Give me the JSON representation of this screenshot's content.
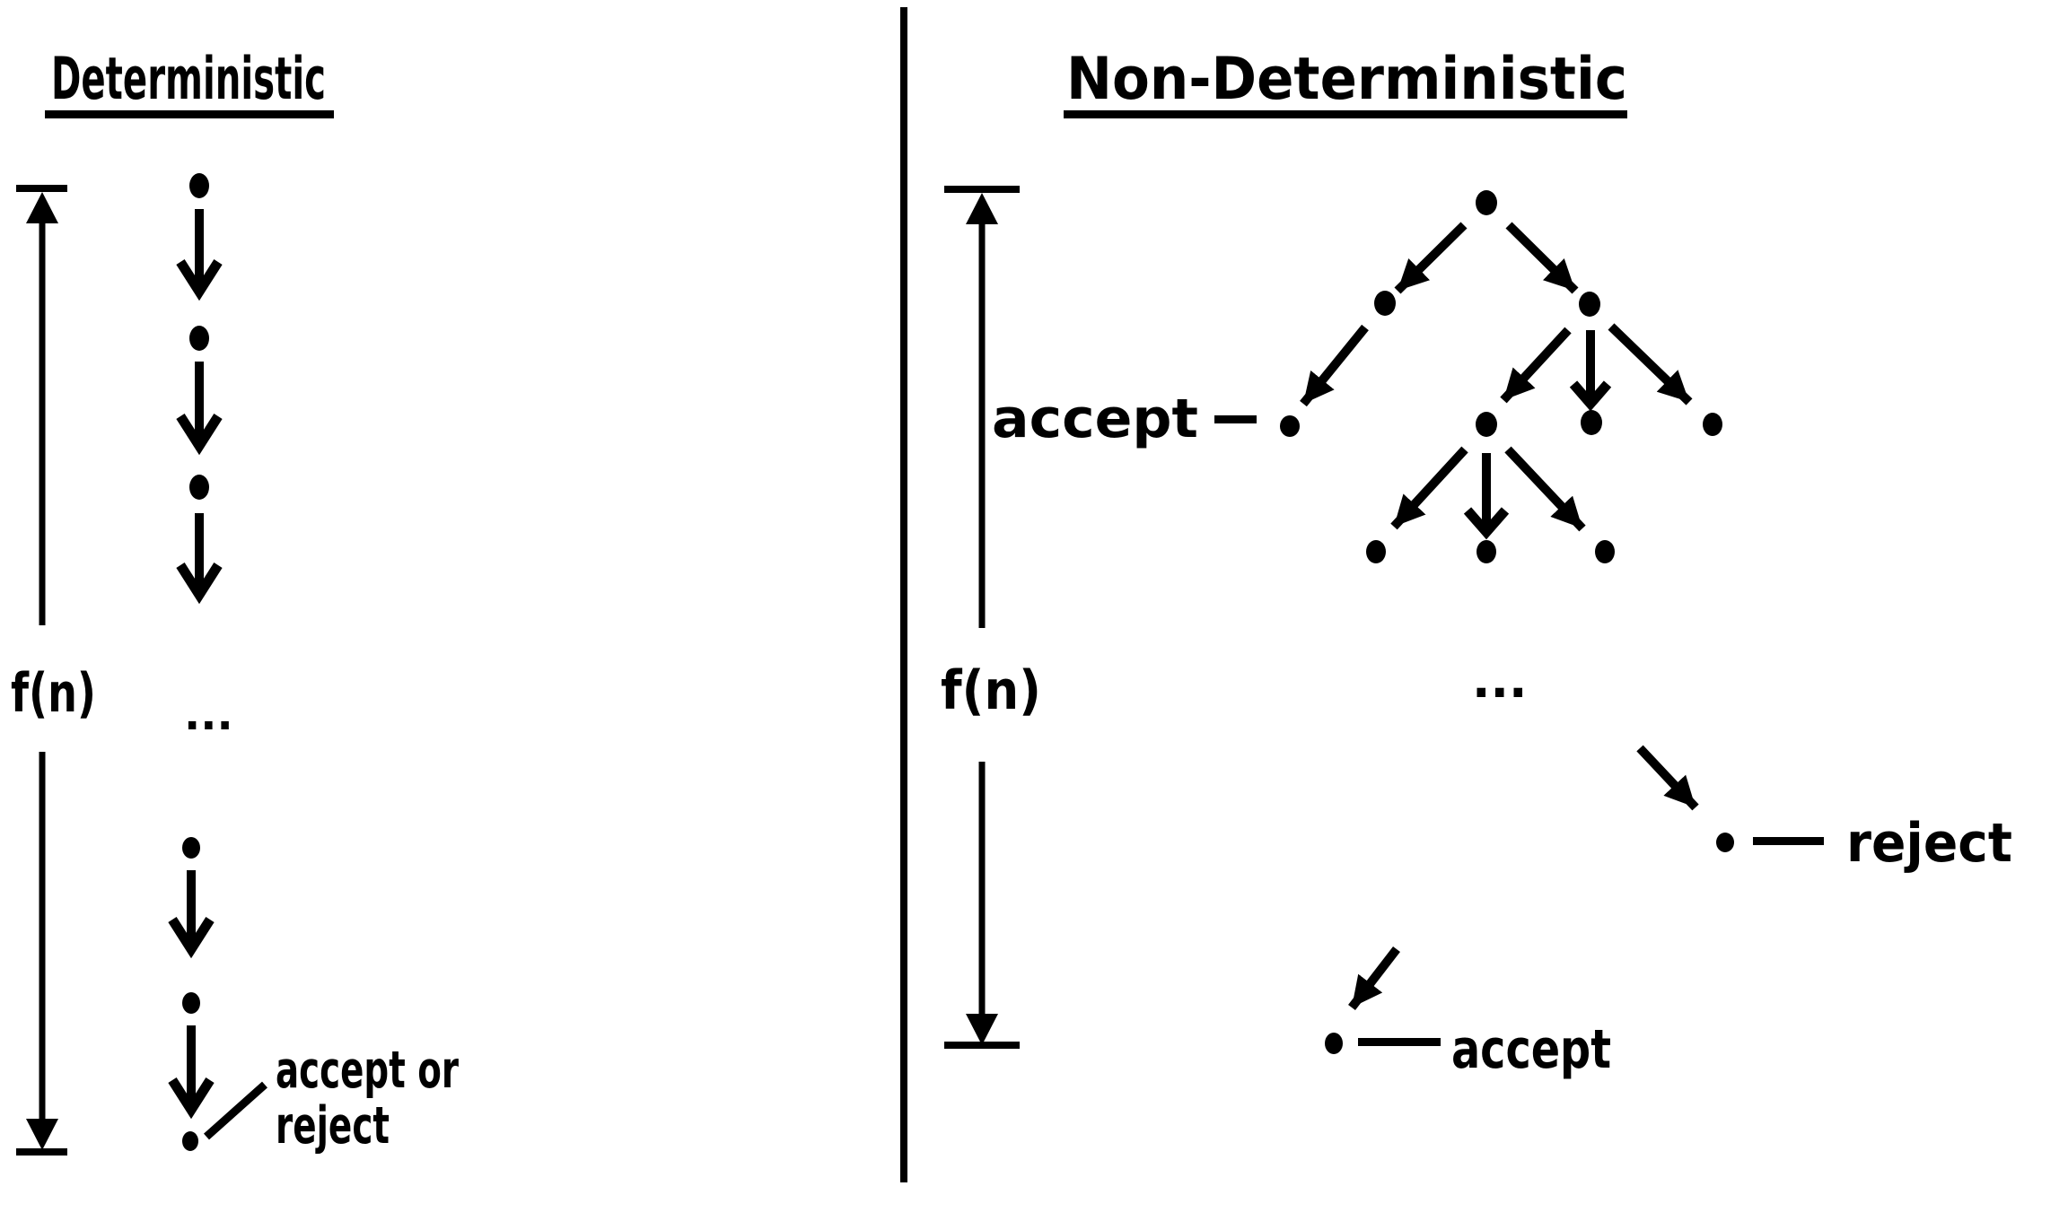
{
  "canvas": {
    "background_color": "#ffffff",
    "ink_color": "#000000"
  },
  "left_panel": {
    "title": "Deterministic",
    "measure_label": "f(n)",
    "ellipsis": "...",
    "outcome_label": {
      "line1": "accept or",
      "line2": "reject"
    }
  },
  "right_panel": {
    "title": "Non-Deterministic",
    "measure_label": "f(n)",
    "ellipsis": "...",
    "accept_branch_label": "accept",
    "reject_branch_label": "reject",
    "bottom_accept_label": "accept"
  }
}
